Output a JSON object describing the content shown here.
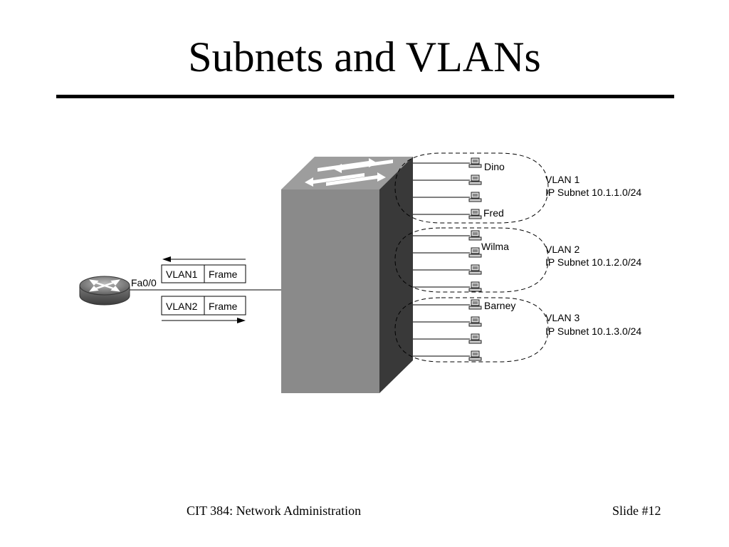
{
  "slide": {
    "title": "Subnets and VLANs",
    "footer_course": "CIT 384: Network Administration",
    "footer_slide": "Slide #12"
  },
  "router": {
    "icon": "router-icon",
    "interface_label": "Fa0/0"
  },
  "frames": [
    {
      "vlan": "VLAN1",
      "payload": "Frame",
      "direction": "to-router"
    },
    {
      "vlan": "VLAN2",
      "payload": "Frame",
      "direction": "to-switch"
    }
  ],
  "switch": {
    "icon": "switch-icon"
  },
  "vlans": [
    {
      "name": "VLAN 1",
      "subnet": "IP Subnet 10.1.1.0/24",
      "hosts": [
        "Dino",
        "",
        "",
        "Fred"
      ]
    },
    {
      "name": "VLAN 2",
      "subnet": "IP Subnet 10.1.2.0/24",
      "hosts": [
        "",
        "Wilma",
        "",
        ""
      ]
    },
    {
      "name": "VLAN 3",
      "subnet": "IP Subnet 10.1.3.0/24",
      "hosts": [
        "Barney",
        "",
        "",
        ""
      ]
    }
  ],
  "host_icon": "pc-icon"
}
